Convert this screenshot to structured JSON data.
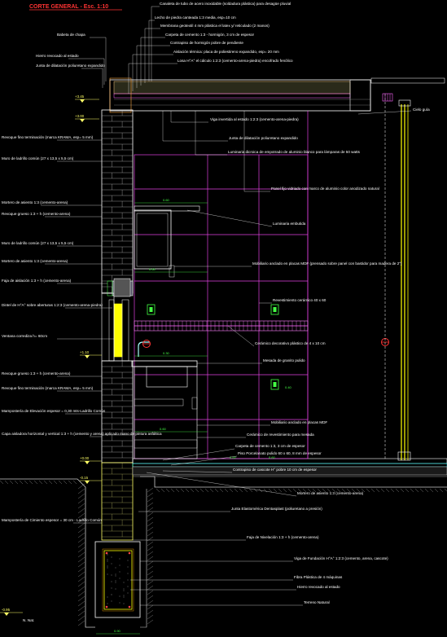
{
  "title": "CORTE GENERAL - Esc. 1:10",
  "level_marks": [
    "+3.45",
    "+3.00",
    "+1.10",
    "+0.00",
    "-0.15",
    "-0.95"
  ],
  "ground_label": "N. Nat.",
  "top_labels": [
    "Canaleta de tubo de acero inoxidable (soldadura plástica) para desagüe pluvial",
    "Lecho de piedra canteada 1:3 media, esp=10 cm",
    "Membrana geotextil 4 mm plástica el latex y/ reticulado (2 manos)",
    "Carpeta de cemento 1:3 - hormigón, 3 cm de espesor",
    "Contrapiso de hormigón pobre de pendiente",
    "Aislación térmica: placa de poliestireno expandido, esp= 20 mm",
    "Losa H°A° el cálculo 1:2:3 (cemento-arena-piedra) encofrado fenólico"
  ],
  "left_labels": [
    "Babeta de chapa",
    "Hierro revocado al estado",
    "Junta de dilatación poliuretano expandido",
    "Revoque fino terminación (marca KRAMA, esp= 5 mm)",
    "Muro de ladrillo común (27 x 13,5 x 5,5 cm)",
    "Mortero de asiento 1:3 (cemento-arena)",
    "Revoque grueso 1:3 + h (cemento-arena)",
    "Muro de ladrillo común (27 x 13,5 x 5,5 cm)",
    "Mortero de asiento 1:3 (cemento-arena)",
    "Faja de aislación 1:3 + h (cemento-arena)",
    "Dintel de H°A° sobre aberturas 1:2:3 (cemento-arena-piedra)",
    "Ventana corrediza h= 60cm",
    "Revoque grueso 1:3 + h (cemento-arena)",
    "Revoque fino terminación (marca KRAMA, esp= 5 mm)",
    "Mampostería de Elevación espesor = 0,30 mts-Ladrillo Común",
    "Capa aisladora horizontal y vertical 1:3 + h (cemento y arena) aplicado mano de pintura asfáltica",
    "Mampostería de Cimiento espesor = 30 cm - Ladrillo Común"
  ],
  "right_labels": [
    "Cielo guía",
    "Viga invertida al estado 1:2:3 (cemento-arena-piedra)",
    "Junta de dilatación poliuretano expandido",
    "Luminaria dicroica de empotrado de aluminio blanco para lámparas de 50 watts",
    "Panel fijo vidriado con marco de aluminio color anodizado natural",
    "Luminaria embutida",
    "Mobiliario anclado en placas MDF (prensado sobre panel con bastidor para madera de 2\")",
    "Revestimiento cerámico 40 x 60",
    "Cerámico decorativo plástico de 4 x 10 cm",
    "Mesada de granito pulido",
    "Mobiliario anclado en placas MDF",
    "Cerámico de revestimiento para mesada",
    "Carpeta de cemento 1:3, 3 cm de espesor",
    "Piso Porcelanato pulido 60 x 60, 8 mm de espesor",
    "Contrapiso de cascote H° pobre 10 cm de espesor",
    "Mortero de asiento 1:3 (cemento-arena)",
    "Junta Elastomérica Dentasplast (poliuretano a presión)",
    "Faja de Nivelación 1:3 + h (cemento-arena)",
    "Viga de Fundación H°A° 1:2:3 (cemento, arena, cascote)",
    "Fibra Plástica de 4 máquinas",
    "Hierro revocado al estado",
    "Terreno Natural"
  ],
  "dims": [
    "0.60",
    "0.60",
    "0.30",
    "0.60",
    "0.60",
    "0.60",
    "0.40",
    "0.90"
  ],
  "colors": {
    "background": "#000000",
    "text": "#ffffff",
    "title": "#ff3333",
    "wall": "#ffffff",
    "tile_grid": "#e040e0",
    "window": "#ffff00",
    "glass": "#ffff00",
    "dimension": "#44ff44",
    "ceramic": "#ff80ff",
    "ground": "#c8c8c8"
  }
}
